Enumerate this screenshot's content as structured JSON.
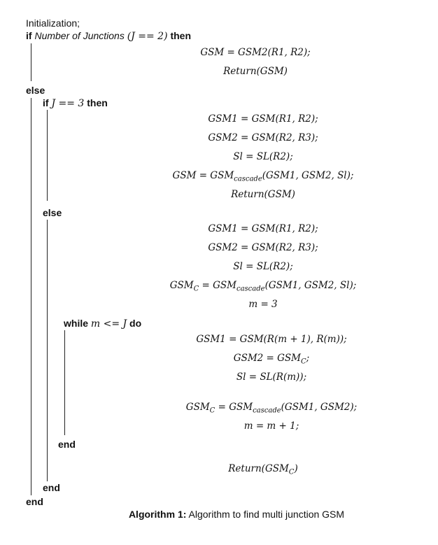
{
  "algorithm": {
    "init": "Initialization;",
    "if_keyword": "if",
    "if_condition_text": "Number of Junctions",
    "if_condition_math": "(J == 2)",
    "then_keyword": "then",
    "block1": [
      "GSM = GSM2(R1, R2);",
      "Return(GSM)"
    ],
    "else_keyword": "else",
    "inner_if_keyword": "if",
    "inner_if_condition": "J == 3",
    "inner_then_keyword": "then",
    "block2": [
      "GSM1 = GSM(R1, R2);",
      "GSM2 = GSM(R2, R3);",
      "Sl = SL(R2);",
      "GSM = GSMcascade(GSM1, GSM2, Sl);",
      "Return(GSM)"
    ],
    "inner_else_keyword": "else",
    "block3": [
      "GSM1 = GSM(R1, R2);",
      "GSM2 = GSM(R2, R3);",
      "Sl = SL(R2);",
      "GSMC = GSMcascade(GSM1, GSM2, Sl);",
      "m = 3"
    ],
    "while_keyword": "while",
    "while_condition": "m <= J",
    "do_keyword": "do",
    "block4": [
      "GSM1 = GSM(R(m + 1), R(m));",
      "GSM2 = GSMC;",
      "Sl = SL(R(m));",
      "GSMC = GSMcascade(GSM1, GSM2);",
      "m = m + 1;"
    ],
    "while_end": "end",
    "final_return": "Return(GSMC)",
    "inner_end": "end",
    "outer_end": "end"
  },
  "caption": {
    "label": "Algorithm 1:",
    "text": "Algorithm to find multi junction GSM"
  }
}
